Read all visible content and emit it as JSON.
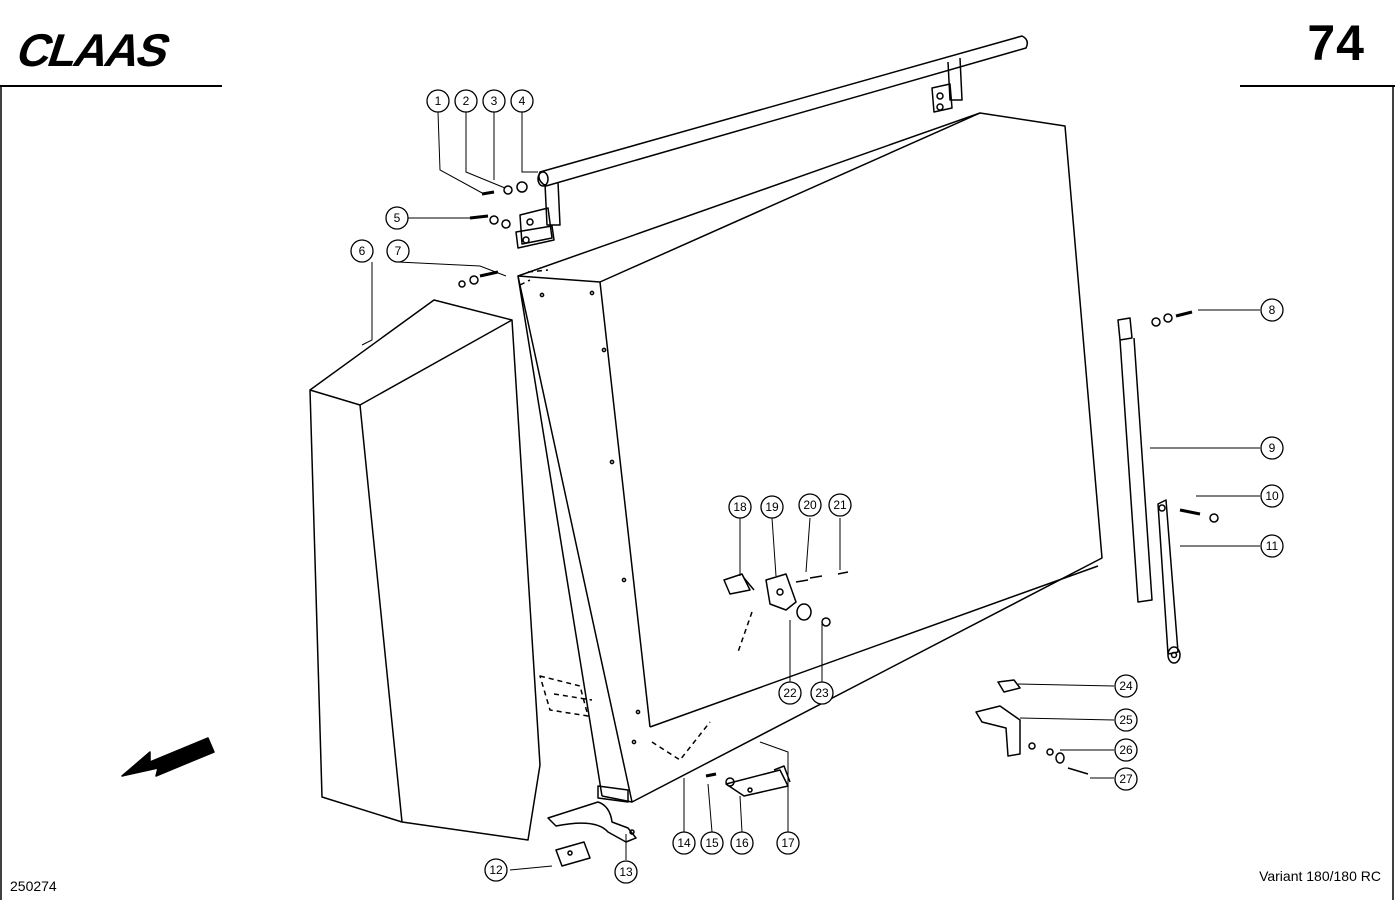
{
  "header": {
    "brand": "CLAAS",
    "page_number": "74"
  },
  "footer": {
    "doc_id": "250274",
    "model": "Variant 180/180 RC"
  },
  "callouts": [
    "1",
    "2",
    "3",
    "4",
    "5",
    "6",
    "7",
    "8",
    "9",
    "10",
    "11",
    "12",
    "13",
    "14",
    "15",
    "16",
    "17",
    "18",
    "19",
    "20",
    "21",
    "22",
    "23",
    "24",
    "25",
    "26",
    "27"
  ],
  "icons": {
    "brand_logo": "claas-logo",
    "direction": "direction-arrow-icon"
  }
}
